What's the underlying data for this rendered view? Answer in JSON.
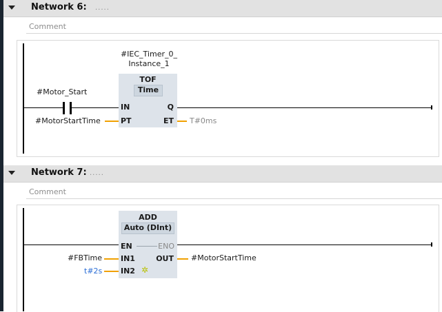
{
  "networks": [
    {
      "title": "Network 6:",
      "dots": ".....",
      "comment_placeholder": "Comment",
      "instance_line1": "#IEC_Timer_0_",
      "instance_line2": "Instance_1",
      "block_name": "TOF",
      "block_type": "Time",
      "contact_label": "#Motor_Start",
      "pins": {
        "in": "IN",
        "pt": "PT",
        "q": "Q",
        "et": "ET"
      },
      "pt_param": "#MotorStartTime",
      "et_value": "T#0ms"
    },
    {
      "title": "Network 7:",
      "dots": ".....",
      "comment_placeholder": "Comment",
      "block_name": "ADD",
      "block_type": "Auto (DInt)",
      "pins": {
        "en": "EN",
        "eno": "ENO",
        "in1": "IN1",
        "in2": "IN2",
        "out": "OUT"
      },
      "in1_param": "#FBTime",
      "in2_param": "t#2s",
      "out_param": "#MotorStartTime"
    }
  ],
  "colors": {
    "header_bg": "#e2e2e2",
    "block_bg": "#dde3ea",
    "param_wire": "#f0a000",
    "constant_text": "#2b6ed6",
    "sidebar": "#1a2530"
  },
  "icons": [
    "collapse-triangle-icon",
    "add-input-star-icon"
  ]
}
